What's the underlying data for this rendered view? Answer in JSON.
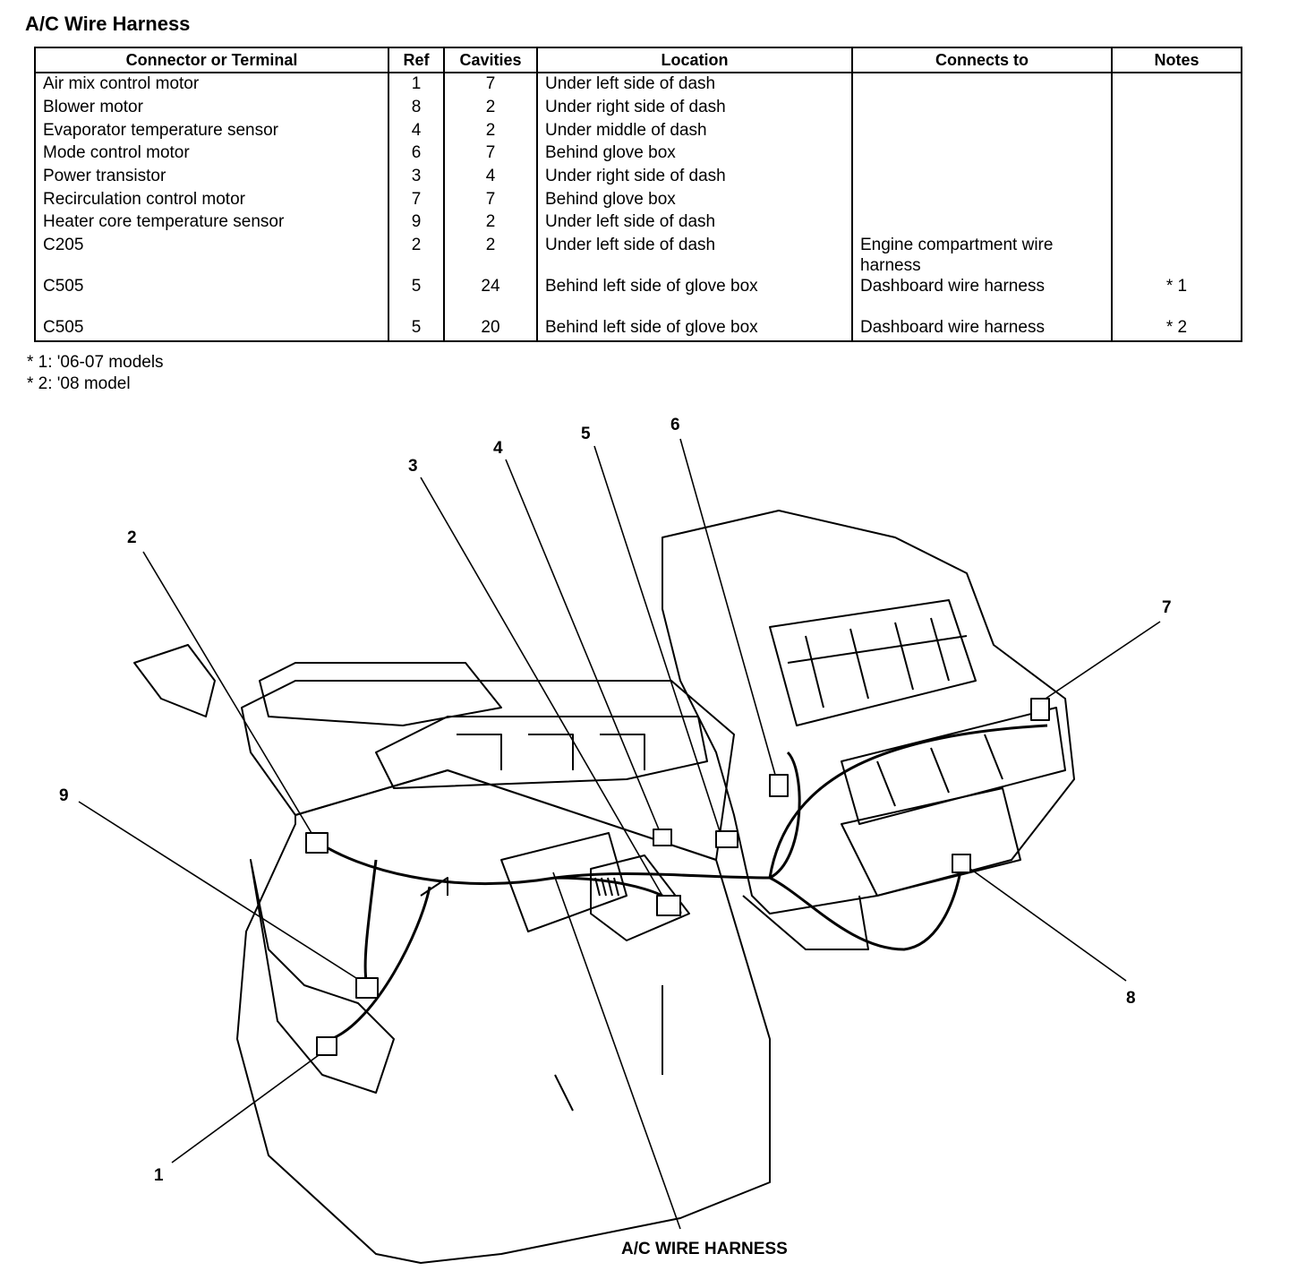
{
  "title": "A/C Wire Harness",
  "table": {
    "headers": {
      "connector": "Connector or Terminal",
      "ref": "Ref",
      "cavities": "Cavities",
      "location": "Location",
      "connects_to": "Connects to",
      "notes": "Notes"
    },
    "rows": [
      {
        "connector": "Air mix control motor",
        "ref": "1",
        "cavities": "7",
        "location": "Under left side of dash",
        "connects_to": "",
        "notes": ""
      },
      {
        "connector": "Blower motor",
        "ref": "8",
        "cavities": "2",
        "location": "Under right side of dash",
        "connects_to": "",
        "notes": ""
      },
      {
        "connector": "Evaporator temperature sensor",
        "ref": "4",
        "cavities": "2",
        "location": "Under middle of dash",
        "connects_to": "",
        "notes": ""
      },
      {
        "connector": "Mode control motor",
        "ref": "6",
        "cavities": "7",
        "location": "Behind glove box",
        "connects_to": "",
        "notes": ""
      },
      {
        "connector": "Power transistor",
        "ref": "3",
        "cavities": "4",
        "location": "Under right side of dash",
        "connects_to": "",
        "notes": ""
      },
      {
        "connector": "Recirculation control motor",
        "ref": "7",
        "cavities": "7",
        "location": "Behind glove box",
        "connects_to": "",
        "notes": ""
      },
      {
        "connector": "Heater core temperature sensor",
        "ref": "9",
        "cavities": "2",
        "location": "Under left side of dash",
        "connects_to": "",
        "notes": ""
      },
      {
        "connector": "C205",
        "ref": "2",
        "cavities": "2",
        "location": "Under left side of dash",
        "connects_to": "Engine compartment wire harness",
        "notes": ""
      },
      {
        "connector": "C505",
        "ref": "5",
        "cavities": "24",
        "location": "Behind left side of glove box",
        "connects_to": "Dashboard wire harness",
        "notes": "* 1"
      },
      {
        "connector": "C505",
        "ref": "5",
        "cavities": "20",
        "location": "Behind left side of glove box",
        "connects_to": "Dashboard wire harness",
        "notes": "* 2"
      }
    ]
  },
  "footnotes": {
    "note1": "* 1: '06-07 models",
    "note2": "* 2: '08 model"
  },
  "diagram": {
    "callouts": {
      "c1": "1",
      "c2": "2",
      "c3": "3",
      "c4": "4",
      "c5": "5",
      "c6": "6",
      "c7": "7",
      "c8": "8",
      "c9": "9"
    },
    "harness_label": "A/C WIRE HARNESS"
  }
}
